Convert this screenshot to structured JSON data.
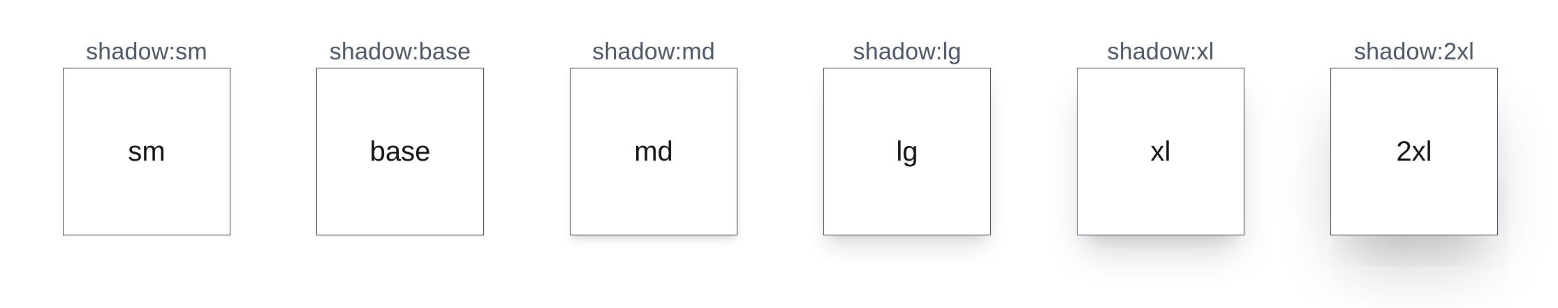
{
  "shadow_samples": [
    {
      "caption": "shadow:sm",
      "label": "sm"
    },
    {
      "caption": "shadow:base",
      "label": "base"
    },
    {
      "caption": "shadow:md",
      "label": "md"
    },
    {
      "caption": "shadow:lg",
      "label": "lg"
    },
    {
      "caption": "shadow:xl",
      "label": "xl"
    },
    {
      "caption": "shadow:2xl",
      "label": "2xl"
    }
  ],
  "colors": {
    "caption_text": "#4b5563",
    "box_border": "#374151",
    "box_text": "#111111",
    "background": "#ffffff"
  }
}
